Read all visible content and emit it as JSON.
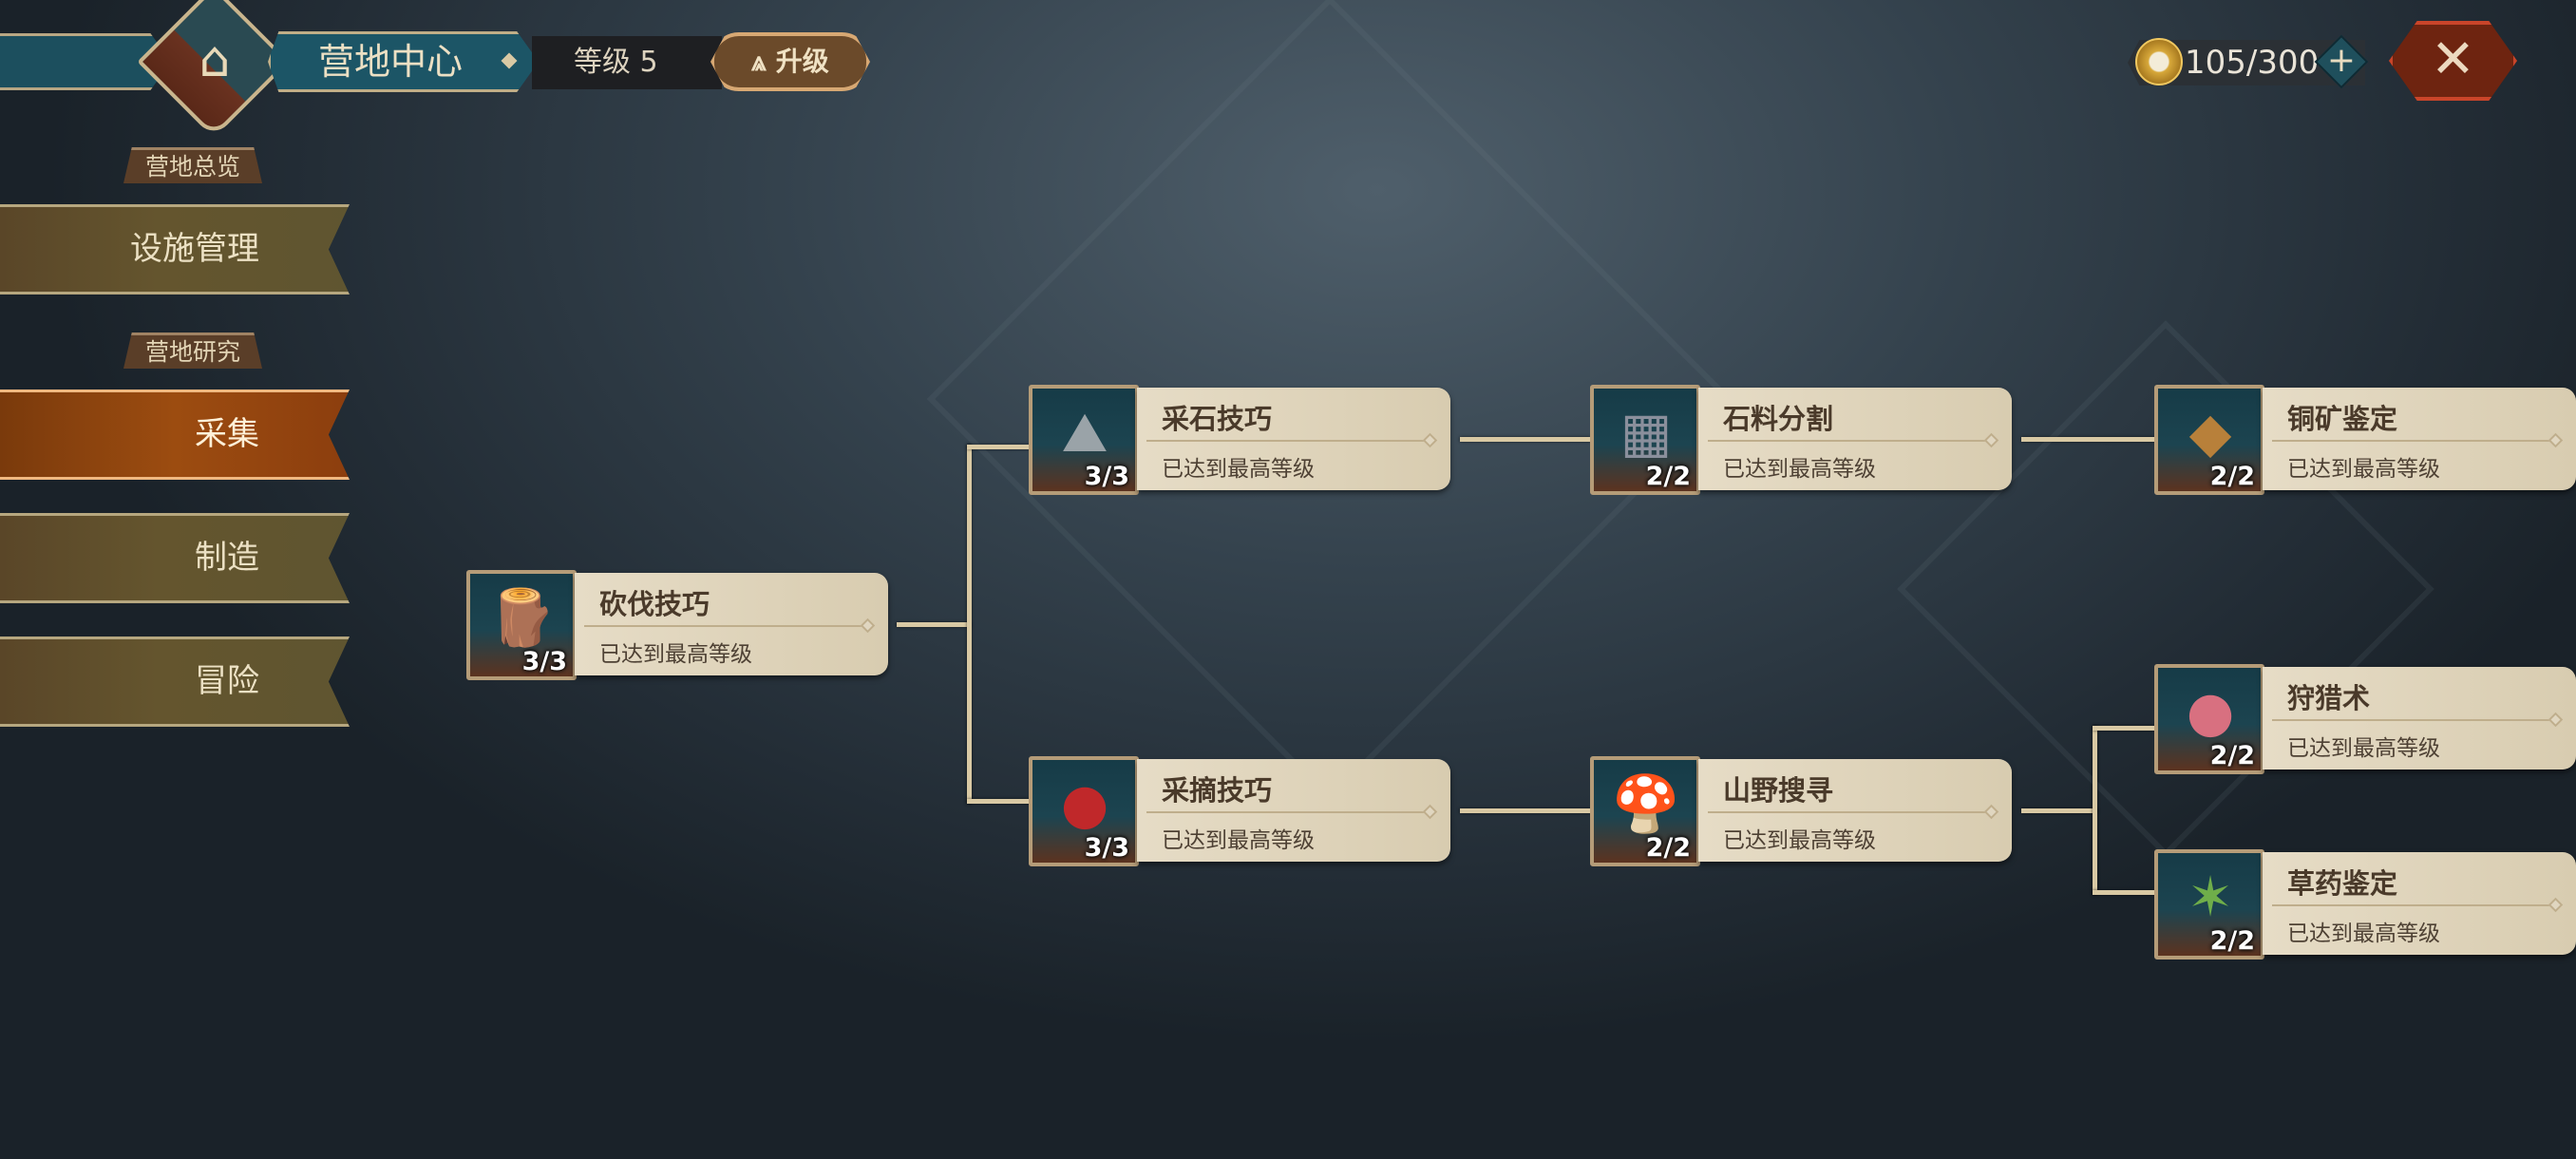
{
  "header": {
    "title": "营地中心",
    "level_label": "等级 5",
    "upgrade_label": "升级",
    "emblem_icon": "camp-gear-icon"
  },
  "currency": {
    "value": "105/300",
    "icon": "coin-icon",
    "add_icon": "plus-icon"
  },
  "close_icon": "close-icon",
  "sidebar": {
    "sections": [
      {
        "label": "营地总览",
        "items": [
          {
            "label": "设施管理",
            "active": false
          }
        ]
      },
      {
        "label": "营地研究",
        "items": [
          {
            "label": "采集",
            "active": true
          },
          {
            "label": "制造",
            "active": false
          },
          {
            "label": "冒险",
            "active": false
          }
        ]
      }
    ]
  },
  "skills": [
    {
      "name": "砍伐技巧",
      "status": "已达到最高等级",
      "count": "3/3",
      "icon": "log-icon"
    },
    {
      "name": "采石技巧",
      "status": "已达到最高等级",
      "count": "3/3",
      "icon": "stone-icon"
    },
    {
      "name": "采摘技巧",
      "status": "已达到最高等级",
      "count": "3/3",
      "icon": "berries-icon"
    },
    {
      "name": "石料分割",
      "status": "已达到最高等级",
      "count": "2/2",
      "icon": "stone-bricks-icon"
    },
    {
      "name": "山野搜寻",
      "status": "已达到最高等级",
      "count": "2/2",
      "icon": "mushroom-icon"
    },
    {
      "name": "铜矿鉴定",
      "status": "已达到最高等级",
      "count": "2/2",
      "icon": "copper-ore-icon"
    },
    {
      "name": "狩猎术",
      "status": "已达到最高等级",
      "count": "2/2",
      "icon": "meat-icon"
    },
    {
      "name": "草药鉴定",
      "status": "已达到最高等级",
      "count": "2/2",
      "icon": "herb-icon"
    }
  ]
}
